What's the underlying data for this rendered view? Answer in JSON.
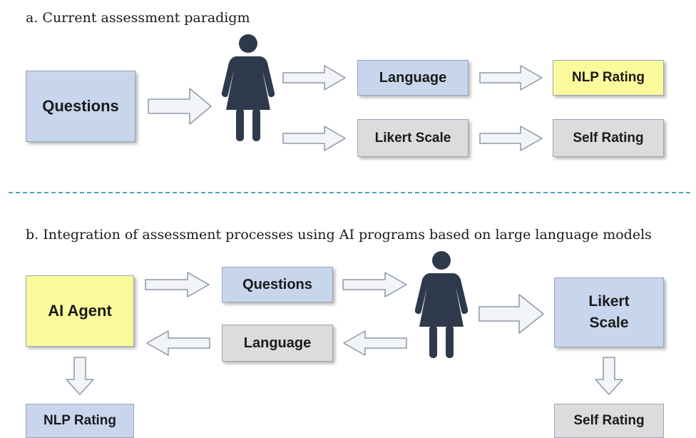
{
  "panel_a": {
    "caption": "a. Current assessment paradigm",
    "questions": "Questions",
    "language": "Language",
    "nlp_rating": "NLP Rating",
    "likert_scale": "Likert Scale",
    "self_rating": "Self Rating"
  },
  "panel_b": {
    "caption": "b. Integration of assessment processes using AI programs based on large language models",
    "ai_agent": "AI Agent",
    "questions": "Questions",
    "language": "Language",
    "likert_scale_line1": "Likert",
    "likert_scale_line2": "Scale",
    "nlp_rating": "NLP Rating",
    "self_rating": "Self Rating"
  },
  "colors": {
    "box_blue": "#c7d6ec",
    "box_yellow": "#fbfb9b",
    "box_gray": "#dcdcdc",
    "person": "#2e3a4c",
    "arrow_fill": "#f2f4f8",
    "arrow_stroke": "#8e98a6",
    "divider": "#4fa3bd"
  },
  "icons": [
    "person-icon",
    "right-arrow",
    "left-arrow",
    "down-arrow"
  ]
}
